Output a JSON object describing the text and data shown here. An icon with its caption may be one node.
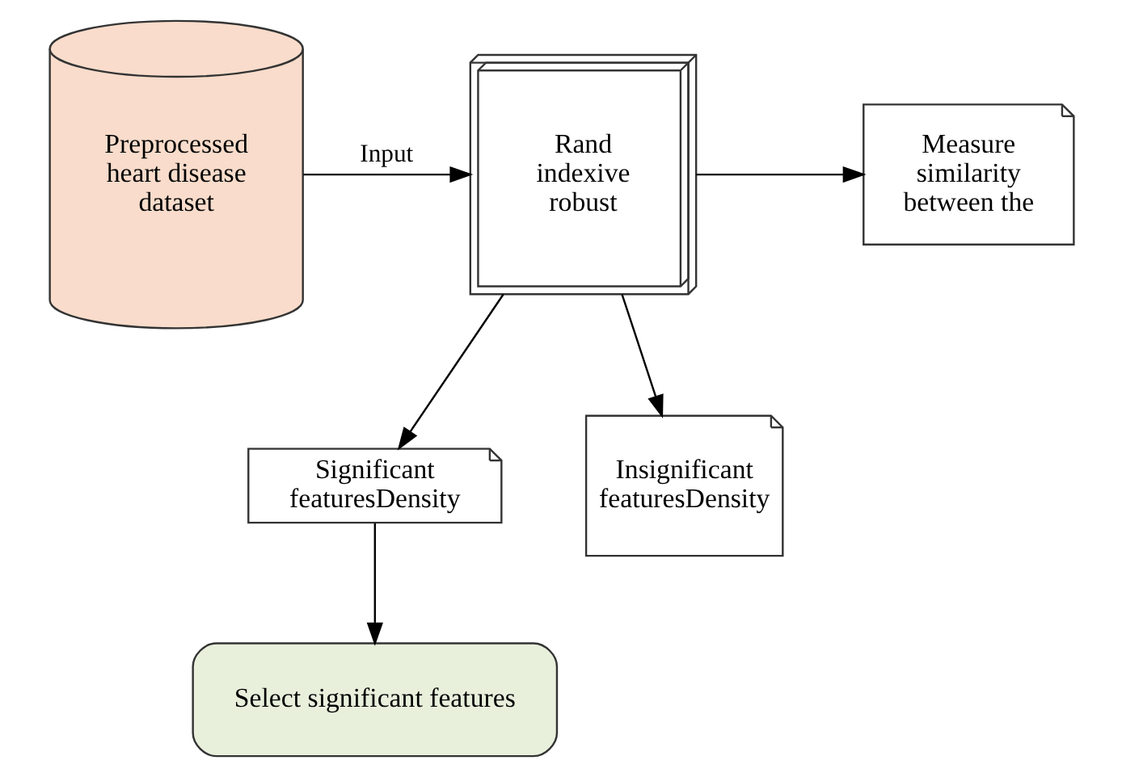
{
  "diagram": {
    "nodes": [
      {
        "text": [
          "Preprocessed heart disease dataset"
        ]
      },
      {
        "text": [
          "Rand indexive robust"
        ]
      },
      {
        "text": [
          "Measure similarity between the"
        ]
      },
      {
        "text": [
          "Significant featuresDensity"
        ]
      },
      {
        "text": [
          "Insignificant featuresDensity"
        ]
      },
      {
        "text": [
          "Select significant features"
        ]
      }
    ],
    "edges": [
      {
        "from": 0,
        "to": 1,
        "arrow": "to",
        "label": "Input"
      },
      {
        "from": 1,
        "to": 2,
        "arrow": "to"
      },
      {
        "from": 1,
        "to": 3,
        "arrow": "to"
      },
      {
        "from": 1,
        "to": 4,
        "arrow": "to"
      },
      {
        "from": 3,
        "to": 5,
        "arrow": "to"
      }
    ]
  }
}
